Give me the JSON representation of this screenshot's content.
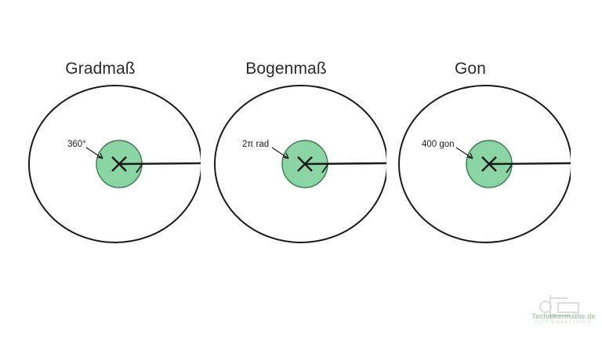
{
  "background_color": "#ffffff",
  "colors": {
    "circle_stroke": "#1a1a1a",
    "inner_fill": "#8ad5a3",
    "inner_stroke": "#3a7a50",
    "title_text": "#2b2b2b",
    "label_text": "#1d1d1d",
    "watermark_green": "#5aa86f",
    "watermark_gray": "#9bbfa6"
  },
  "panels": [
    {
      "title": "Gradmaß",
      "label": "360°",
      "icons": {
        "outer": "outer-circle-icon",
        "inner": "inner-circle-icon",
        "center": "center-cross-icon",
        "radius": "radius-line-icon",
        "arrow": "arrow-tick-icon",
        "leader": "leader-line-icon"
      }
    },
    {
      "title": "Bogenmaß",
      "label": "2π rad",
      "icons": {
        "outer": "outer-circle-icon",
        "inner": "inner-circle-icon",
        "center": "center-cross-icon",
        "radius": "radius-line-icon",
        "arrow": "arrow-tick-icon",
        "leader": "leader-line-icon"
      }
    },
    {
      "title": "Gon",
      "label": "400 gon",
      "icons": {
        "outer": "outer-circle-icon",
        "inner": "inner-circle-icon",
        "center": "center-cross-icon",
        "radius": "radius-line-icon",
        "arrow": "arrow-tick-icon",
        "leader": "leader-line-icon"
      }
    }
  ],
  "watermark": {
    "text": "Technikermathe.de",
    "subtitle": "TECHNIKERSCHULE",
    "logo_icon": "technikermathe-logo-icon"
  }
}
